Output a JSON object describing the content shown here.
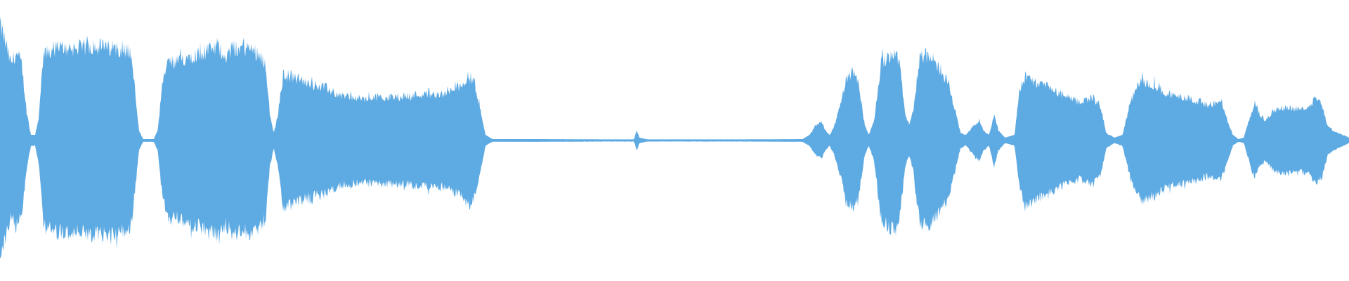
{
  "waveform": {
    "color": "#5eaae2",
    "background": "#ffffff",
    "amplitude_envelope": [
      [
        0.0,
        0.45
      ],
      [
        0.003,
        0.4
      ],
      [
        0.008,
        0.3
      ],
      [
        0.012,
        0.34
      ],
      [
        0.016,
        0.3
      ],
      [
        0.02,
        0.1
      ],
      [
        0.023,
        0.02
      ],
      [
        0.026,
        0.02
      ],
      [
        0.029,
        0.1
      ],
      [
        0.032,
        0.33
      ],
      [
        0.04,
        0.36
      ],
      [
        0.05,
        0.36
      ],
      [
        0.06,
        0.36
      ],
      [
        0.07,
        0.37
      ],
      [
        0.08,
        0.36
      ],
      [
        0.09,
        0.36
      ],
      [
        0.097,
        0.34
      ],
      [
        0.1,
        0.2
      ],
      [
        0.103,
        0.04
      ],
      [
        0.106,
        0.005
      ],
      [
        0.11,
        0.005
      ],
      [
        0.114,
        0.005
      ],
      [
        0.117,
        0.04
      ],
      [
        0.12,
        0.2
      ],
      [
        0.124,
        0.31
      ],
      [
        0.13,
        0.3
      ],
      [
        0.14,
        0.33
      ],
      [
        0.148,
        0.34
      ],
      [
        0.155,
        0.35
      ],
      [
        0.162,
        0.36
      ],
      [
        0.168,
        0.33
      ],
      [
        0.172,
        0.36
      ],
      [
        0.178,
        0.36
      ],
      [
        0.185,
        0.36
      ],
      [
        0.192,
        0.34
      ],
      [
        0.197,
        0.3
      ],
      [
        0.2,
        0.1
      ],
      [
        0.203,
        0.03
      ],
      [
        0.206,
        0.1
      ],
      [
        0.21,
        0.26
      ],
      [
        0.22,
        0.24
      ],
      [
        0.23,
        0.22
      ],
      [
        0.24,
        0.21
      ],
      [
        0.25,
        0.18
      ],
      [
        0.26,
        0.17
      ],
      [
        0.27,
        0.16
      ],
      [
        0.28,
        0.17
      ],
      [
        0.29,
        0.17
      ],
      [
        0.3,
        0.17
      ],
      [
        0.31,
        0.18
      ],
      [
        0.32,
        0.18
      ],
      [
        0.33,
        0.18
      ],
      [
        0.34,
        0.21
      ],
      [
        0.348,
        0.25
      ],
      [
        0.352,
        0.22
      ],
      [
        0.356,
        0.12
      ],
      [
        0.36,
        0.02
      ],
      [
        0.365,
        0.005
      ],
      [
        0.4,
        0.005
      ],
      [
        0.45,
        0.004
      ],
      [
        0.47,
        0.004
      ],
      [
        0.472,
        0.04
      ],
      [
        0.474,
        0.01
      ],
      [
        0.48,
        0.004
      ],
      [
        0.55,
        0.004
      ],
      [
        0.595,
        0.005
      ],
      [
        0.6,
        0.02
      ],
      [
        0.605,
        0.06
      ],
      [
        0.609,
        0.07
      ],
      [
        0.612,
        0.04
      ],
      [
        0.615,
        0.02
      ],
      [
        0.618,
        0.05
      ],
      [
        0.622,
        0.12
      ],
      [
        0.628,
        0.24
      ],
      [
        0.633,
        0.27
      ],
      [
        0.637,
        0.2
      ],
      [
        0.641,
        0.06
      ],
      [
        0.644,
        0.02
      ],
      [
        0.648,
        0.08
      ],
      [
        0.653,
        0.3
      ],
      [
        0.66,
        0.34
      ],
      [
        0.665,
        0.34
      ],
      [
        0.668,
        0.25
      ],
      [
        0.671,
        0.1
      ],
      [
        0.674,
        0.06
      ],
      [
        0.677,
        0.12
      ],
      [
        0.682,
        0.34
      ],
      [
        0.69,
        0.32
      ],
      [
        0.697,
        0.28
      ],
      [
        0.703,
        0.22
      ],
      [
        0.708,
        0.12
      ],
      [
        0.712,
        0.03
      ],
      [
        0.716,
        0.02
      ],
      [
        0.722,
        0.06
      ],
      [
        0.726,
        0.08
      ],
      [
        0.729,
        0.04
      ],
      [
        0.733,
        0.02
      ],
      [
        0.737,
        0.1
      ],
      [
        0.74,
        0.04
      ],
      [
        0.745,
        0.01
      ],
      [
        0.752,
        0.02
      ],
      [
        0.756,
        0.2
      ],
      [
        0.76,
        0.25
      ],
      [
        0.77,
        0.22
      ],
      [
        0.78,
        0.2
      ],
      [
        0.79,
        0.17
      ],
      [
        0.8,
        0.15
      ],
      [
        0.81,
        0.17
      ],
      [
        0.816,
        0.13
      ],
      [
        0.82,
        0.03
      ],
      [
        0.826,
        0.01
      ],
      [
        0.832,
        0.02
      ],
      [
        0.838,
        0.15
      ],
      [
        0.845,
        0.23
      ],
      [
        0.855,
        0.22
      ],
      [
        0.865,
        0.18
      ],
      [
        0.875,
        0.17
      ],
      [
        0.885,
        0.16
      ],
      [
        0.895,
        0.14
      ],
      [
        0.905,
        0.15
      ],
      [
        0.91,
        0.08
      ],
      [
        0.914,
        0.02
      ],
      [
        0.918,
        0.005
      ],
      [
        0.922,
        0.01
      ],
      [
        0.926,
        0.08
      ],
      [
        0.93,
        0.15
      ],
      [
        0.934,
        0.1
      ],
      [
        0.938,
        0.08
      ],
      [
        0.945,
        0.12
      ],
      [
        0.955,
        0.13
      ],
      [
        0.962,
        0.12
      ],
      [
        0.97,
        0.13
      ],
      [
        0.975,
        0.17
      ],
      [
        0.98,
        0.14
      ],
      [
        0.984,
        0.06
      ],
      [
        0.988,
        0.04
      ],
      [
        0.992,
        0.03
      ],
      [
        0.996,
        0.02
      ],
      [
        1.0,
        0.01
      ]
    ]
  }
}
